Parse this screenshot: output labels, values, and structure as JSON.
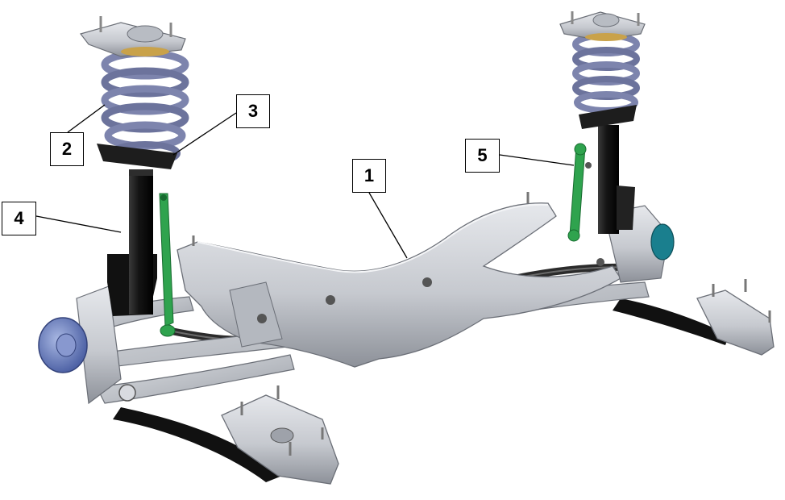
{
  "callouts": {
    "c1": {
      "label": "1"
    },
    "c2": {
      "label": "2"
    },
    "c3": {
      "label": "3"
    },
    "c4": {
      "label": "4"
    },
    "c5": {
      "label": "5"
    }
  },
  "colors": {
    "frame_metal": "#c9ccd1",
    "frame_shadow": "#8e929a",
    "spring_blue": "#7d84ad",
    "strut_black": "#1b1b1b",
    "stabilizer_link_green": "#2fa34e",
    "hub_blue": "#6f86c4",
    "seat_gold": "#c9a24a",
    "leader_line": "#000000"
  }
}
